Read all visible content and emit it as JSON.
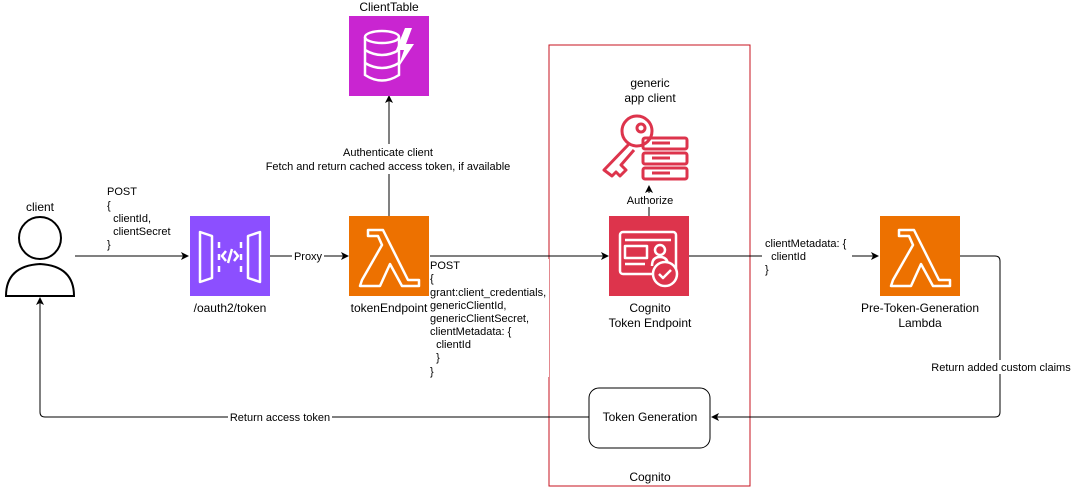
{
  "nodes": {
    "client": {
      "label": "client"
    },
    "client_table": {
      "label": "ClientTable"
    },
    "api_gateway": {
      "label": "/oauth2/token"
    },
    "token_endpoint": {
      "label": "tokenEndpoint"
    },
    "generic_app_client": {
      "label_line1": "generic",
      "label_line2": "app client"
    },
    "cognito_token_endpoint": {
      "label_line1": "Cognito",
      "label_line2": "Token Endpoint"
    },
    "pre_token_lambda": {
      "label_line1": "Pre-Token-Generation",
      "label_line2": "Lambda"
    },
    "token_generation": {
      "label": "Token Generation"
    },
    "cognito_group": {
      "label": "Cognito"
    }
  },
  "edges": {
    "client_post": [
      "POST",
      "{",
      "  clientId,",
      "  clientSecret",
      "}"
    ],
    "proxy": "Proxy",
    "authenticate": [
      "Authenticate client",
      "Fetch and return cached access token, if available"
    ],
    "cognito_post": [
      "POST",
      "{",
      "grant:client_credentials,",
      "genericClientId,",
      "genericClientSecret,",
      "clientMetadata: {",
      "  clientId",
      "  }",
      "}"
    ],
    "authorize": "Authorize",
    "client_metadata": [
      "clientMetadata: {",
      "  clientId",
      "}"
    ],
    "return_claims": "Return added custom claims",
    "return_token": "Return access token"
  },
  "colors": {
    "api_gateway": "#8c4fff",
    "lambda": "#ed7100",
    "dynamodb": "#c925d1",
    "cognito": "#dd344c",
    "cognito_group_border": "#c7131f"
  }
}
